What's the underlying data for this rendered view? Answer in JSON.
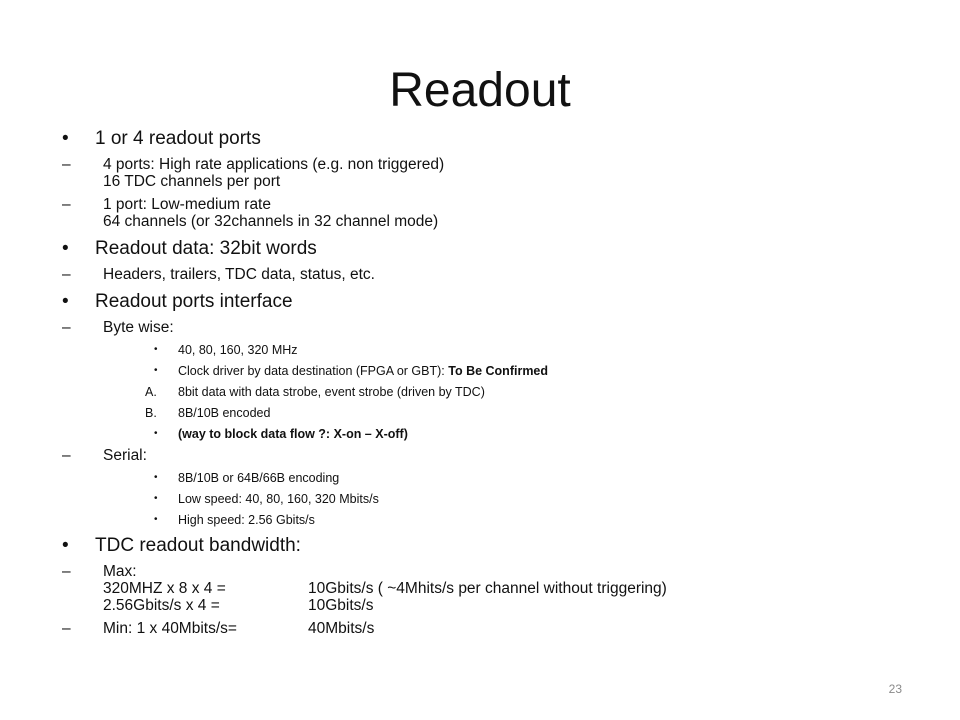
{
  "slide": {
    "title": "Readout",
    "page_number": "23",
    "bullet1_mark": "•",
    "bullet2_mark": "–",
    "bullet3_mark": "•",
    "items": {
      "ports": {
        "text": "1 or 4 readout ports",
        "sub1_line1": "4 ports: High rate applications (e.g. non triggered)",
        "sub1_line2": "16 TDC channels per port",
        "sub2_line1": "1 port: Low-medium rate",
        "sub2_line2": "64 channels (or 32channels in 32 channel mode)"
      },
      "data": {
        "text": "Readout data: 32bit words",
        "sub1": "Headers, trailers, TDC data, status, etc."
      },
      "interface": {
        "text": "Readout ports interface",
        "bytewise": "Byte wise:",
        "bw_freq": "40, 80, 160, 320 MHz",
        "bw_clock": "Clock driver by data destination (FPGA or GBT): ",
        "bw_clock_bold": "To Be Confirmed",
        "bw_a_mark": "A.",
        "bw_a": "8bit data with data strobe, event strobe (driven by TDC)",
        "bw_b_mark": "B.",
        "bw_b": "8B/10B encoded",
        "bw_block": "(way to block data flow ?: X-on – X-off)",
        "serial": "Serial:",
        "se_enc": "8B/10B or 64B/66B encoding",
        "se_low": "Low speed: 40, 80, 160, 320 Mbits/s",
        "se_high": "High speed: 2.56 Gbits/s"
      },
      "bandwidth": {
        "text": "TDC readout bandwidth:",
        "max_label": "Max:",
        "max_r1_left": "320MHZ x 8 x 4 =",
        "max_r1_right": "10Gbits/s ( ~4Mhits/s per channel without triggering)",
        "max_r2_left": "2.56Gbits/s x 4 =",
        "max_r2_right": "10Gbits/s",
        "min_left": "Min: 1 x 40Mbits/s=",
        "min_right": "40Mbits/s"
      }
    }
  }
}
